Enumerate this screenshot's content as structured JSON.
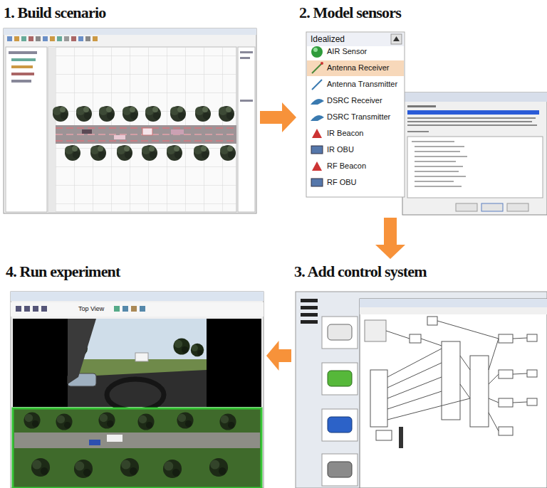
{
  "diagram": {
    "nodes": [
      {
        "text": [
          "1. Build scenario"
        ]
      },
      {
        "text": [
          "2. Model sensors"
        ]
      },
      {
        "text": [
          "3. Add control system"
        ]
      },
      {
        "text": [
          "4. Run experiment"
        ]
      }
    ],
    "edges": [
      {
        "from": 0,
        "to": 1,
        "arrow": "to"
      },
      {
        "from": 1,
        "to": 2,
        "arrow": "to"
      },
      {
        "from": 2,
        "to": 3,
        "arrow": "to"
      }
    ],
    "labels": [
      "Idealized",
      "AIR Sensor",
      "Antenna Receiver",
      "Antenna Transmitter",
      "DSRC Receiver",
      "DSRC Transmitter",
      "IR Beacon",
      "IR OBU",
      "RF Beacon",
      "RF OBU",
      "Top View"
    ]
  }
}
